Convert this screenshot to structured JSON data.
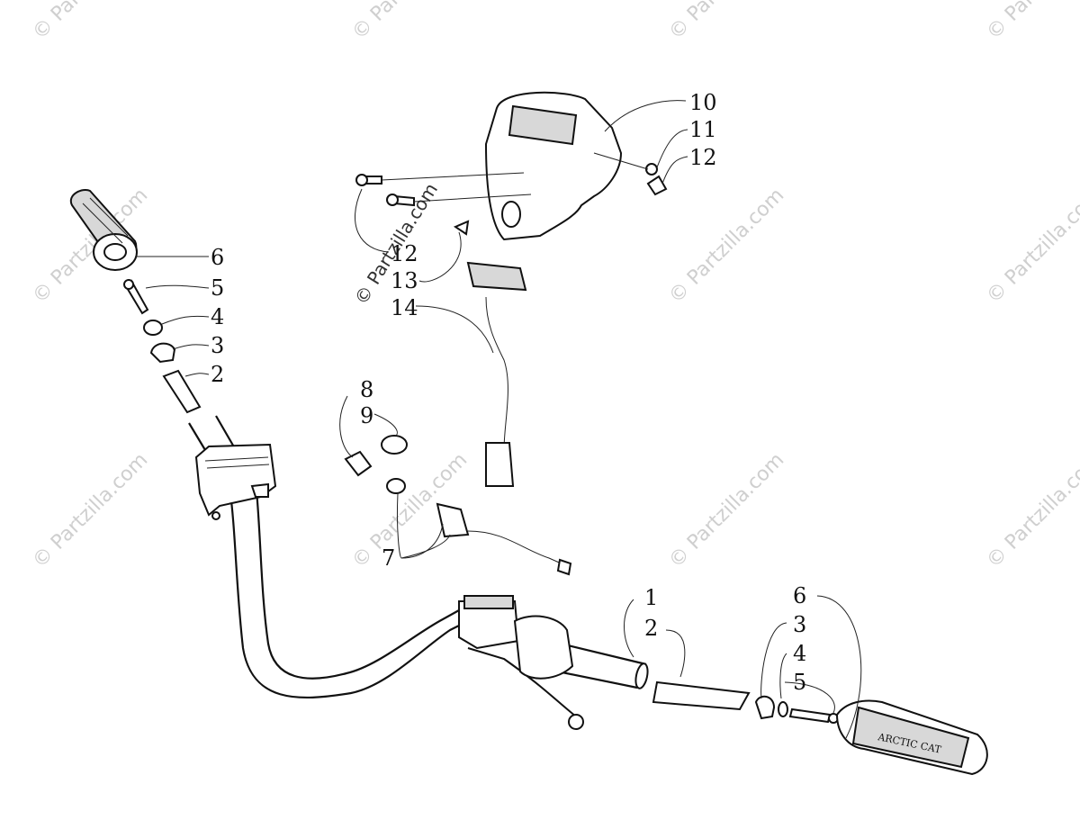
{
  "watermark": {
    "text": "© Partzilla.com"
  },
  "grip_brand": "ARCTIC CAT",
  "callouts": {
    "left_6": "6",
    "left_5": "5",
    "left_4": "4",
    "left_3": "3",
    "left_2": "2",
    "top_10": "10",
    "top_11": "11",
    "top_12": "12",
    "mid_12": "12",
    "mid_13": "13",
    "mid_14": "14",
    "sw_8": "8",
    "sw_9": "9",
    "sw_7": "7",
    "right_1": "1",
    "right_2": "2",
    "right_6": "6",
    "right_3": "3",
    "right_4": "4",
    "right_5": "5"
  }
}
